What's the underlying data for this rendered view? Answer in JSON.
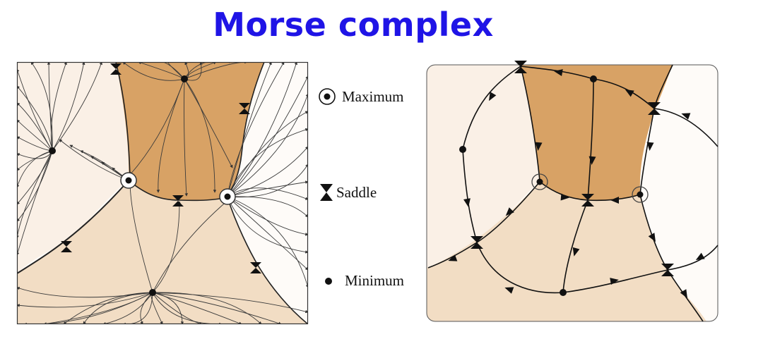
{
  "title": "Morse complex",
  "legend": {
    "maximum": "Maximum",
    "saddle": "Saddle",
    "minimum": "Minimum"
  },
  "colors": {
    "title": "#1f14e6",
    "dark_region": "#d8a265",
    "mid_region": "#f2ddc4",
    "light_region": "#faf0e6",
    "white_region": "#fefbf8",
    "lines": "#1a1a1a"
  },
  "icons": [
    "maximum-icon",
    "saddle-icon",
    "minimum-icon"
  ]
}
